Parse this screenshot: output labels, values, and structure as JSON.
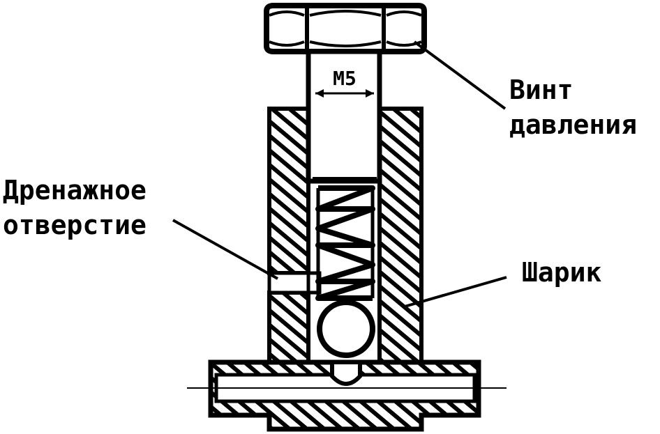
{
  "labels": {
    "thread_size": "M5",
    "pressure_screw_line1": "Винт",
    "pressure_screw_line2": "давления",
    "drain_hole_line1": "Дренажное",
    "drain_hole_line2": "отверстие",
    "ball": "Шарик"
  },
  "colors": {
    "ink": "#000000",
    "paper": "#ffffff"
  }
}
